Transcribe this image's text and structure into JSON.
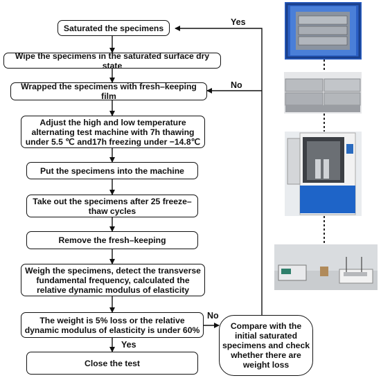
{
  "steps": {
    "s1": "Saturated the specimens",
    "s2": "Wipe the specimens in the saturated surface dry state",
    "s3": "Wrapped the specimens with fresh–keeping film",
    "s4": "Adjust the high and low temperature alternating test machine with 7h thawing under 5.5 ℃ and17h freezing under −14.8℃",
    "s5": "Put the specimens into the machine",
    "s6": "Take out the specimens after 25 freeze–thaw cycles",
    "s7": "Remove the fresh–keeping",
    "s8": "Weigh the specimens, detect the transverse fundamental frequency, calculated the relative dynamic modulus of elasticity",
    "s9": "The weight is 5% loss or the relative dynamic modulus of elasticity is under 60%",
    "s10": "Close the test",
    "compare": "Compare with the initial saturated specimens and check whether there are weight loss"
  },
  "edge_labels": {
    "yes_top": "Yes",
    "no_top": "No",
    "no_mid": "No",
    "yes_bottom": "Yes"
  }
}
